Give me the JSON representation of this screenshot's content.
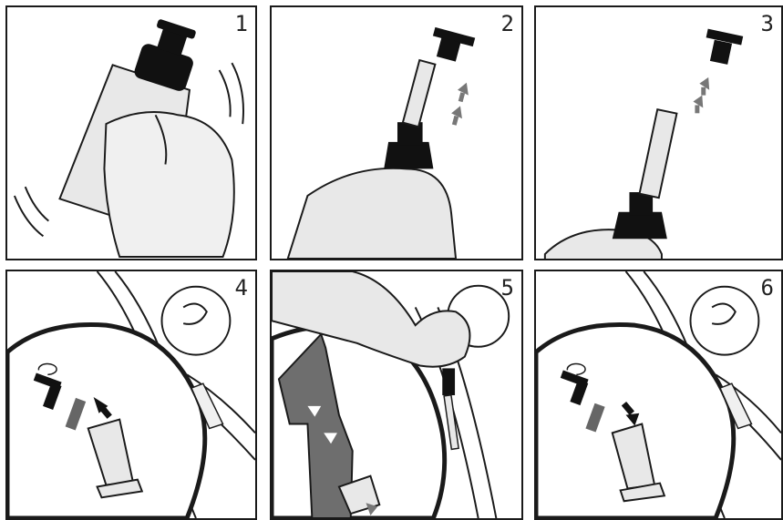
{
  "steps": [
    {
      "number": "1"
    },
    {
      "number": "2"
    },
    {
      "number": "3"
    },
    {
      "number": "4"
    },
    {
      "number": "5"
    },
    {
      "number": "6"
    }
  ],
  "colors": {
    "outline": "#1a1a1a",
    "bottle_fill": "#e8e8e8",
    "cap": "#111111",
    "arrow_gray": "#777777",
    "valve_gray": "#666666",
    "zoom_dark": "#6e6e6e"
  }
}
